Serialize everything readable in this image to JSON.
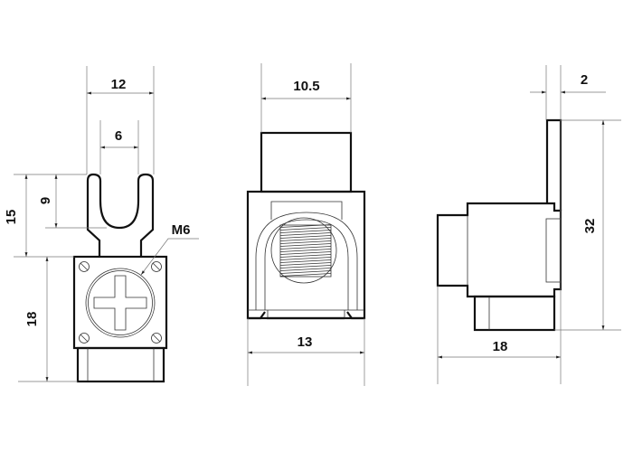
{
  "front_view": {
    "width_outer": "12",
    "slot_width": "6",
    "fork_height": "15",
    "slot_depth": "9",
    "body_height": "18",
    "thread": "M6"
  },
  "middle_view": {
    "top_width": "10.5",
    "body_width": "13"
  },
  "side_view": {
    "blade_thickness": "2",
    "total_height": "32",
    "depth": "18"
  }
}
